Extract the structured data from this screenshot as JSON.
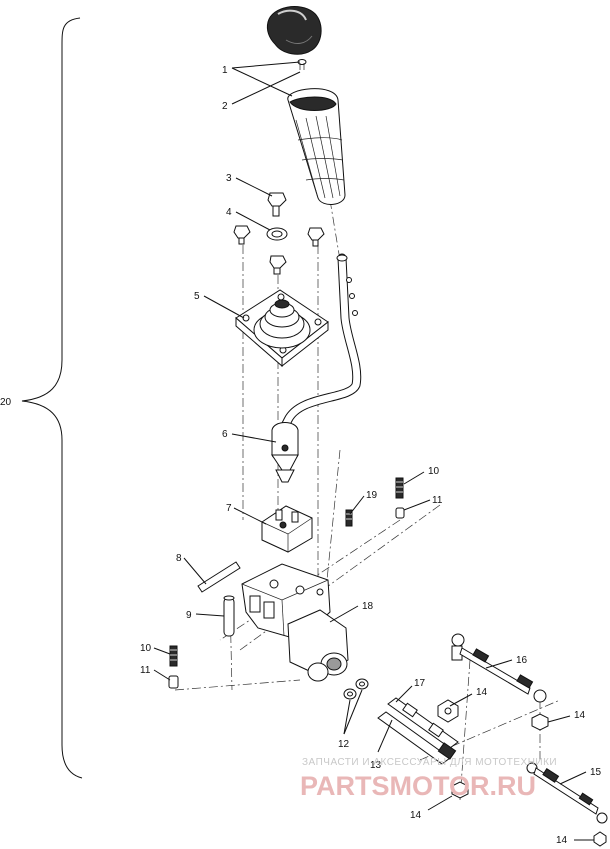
{
  "callouts": {
    "c1": "1",
    "c2": "2",
    "c3": "3",
    "c4": "4",
    "c5": "5",
    "c6": "6",
    "c7": "7",
    "c8": "8",
    "c9": "9",
    "c10a": "10",
    "c10b": "10",
    "c11a": "11",
    "c11b": "11",
    "c12": "12",
    "c13": "13",
    "c14a": "14",
    "c14b": "14",
    "c14c": "14",
    "c14d": "14",
    "c15": "15",
    "c16": "16",
    "c17": "17",
    "c18": "18",
    "c19": "19",
    "c20": "20"
  },
  "watermark": {
    "caption": "ЗАПЧАСТИ И АКСЕССУАРЫ ДЛЯ МОТОТЕХНИКИ",
    "logo": "PARTSMOTOR.RU"
  }
}
